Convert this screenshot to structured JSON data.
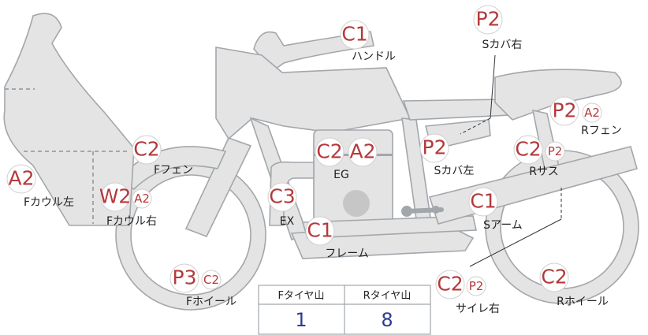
{
  "colors": {
    "code": "#b5393b",
    "label": "#222222",
    "body_fill": "#e4e4e4",
    "body_stroke": "#a2a7ac",
    "table_value": "#2c3d8f"
  },
  "parts": {
    "handle": {
      "label": "ハンドル",
      "codes": [
        "C1"
      ]
    },
    "side_cover_r": {
      "label": "Sカバ右",
      "codes": [
        "P2"
      ]
    },
    "rear_fender": {
      "label": "Rフェン",
      "codes": [
        "P2",
        "A2"
      ]
    },
    "front_fender": {
      "label": "Fフェン",
      "codes": [
        "C2"
      ]
    },
    "engine": {
      "label": "EG",
      "codes": [
        "C2",
        "A2"
      ]
    },
    "side_cover_l": {
      "label": "Sカバ左",
      "codes": [
        "P2"
      ]
    },
    "rear_susp": {
      "label": "Rサス",
      "codes": [
        "C2",
        "P2"
      ]
    },
    "cowl_left": {
      "label": "Fカウル左",
      "codes": [
        "A2"
      ]
    },
    "cowl_right": {
      "label": "Fカウル右",
      "codes": [
        "W2",
        "A2"
      ]
    },
    "exhaust": {
      "label": "EX",
      "codes": [
        "C3"
      ]
    },
    "frame": {
      "label": "フレーム",
      "codes": [
        "C1"
      ]
    },
    "swing_arm": {
      "label": "Sアーム",
      "codes": [
        "C1"
      ]
    },
    "front_wheel": {
      "label": "Fホイール",
      "codes": [
        "P3",
        "C2"
      ]
    },
    "silencer_r": {
      "label": "サイレ右",
      "codes": [
        "C2",
        "P2"
      ]
    },
    "rear_wheel": {
      "label": "Rホイール",
      "codes": [
        "C2"
      ]
    }
  },
  "tread_table": {
    "headers": [
      "Fタイヤ山",
      "Rタイヤ山"
    ],
    "values": [
      "1",
      "8"
    ]
  }
}
